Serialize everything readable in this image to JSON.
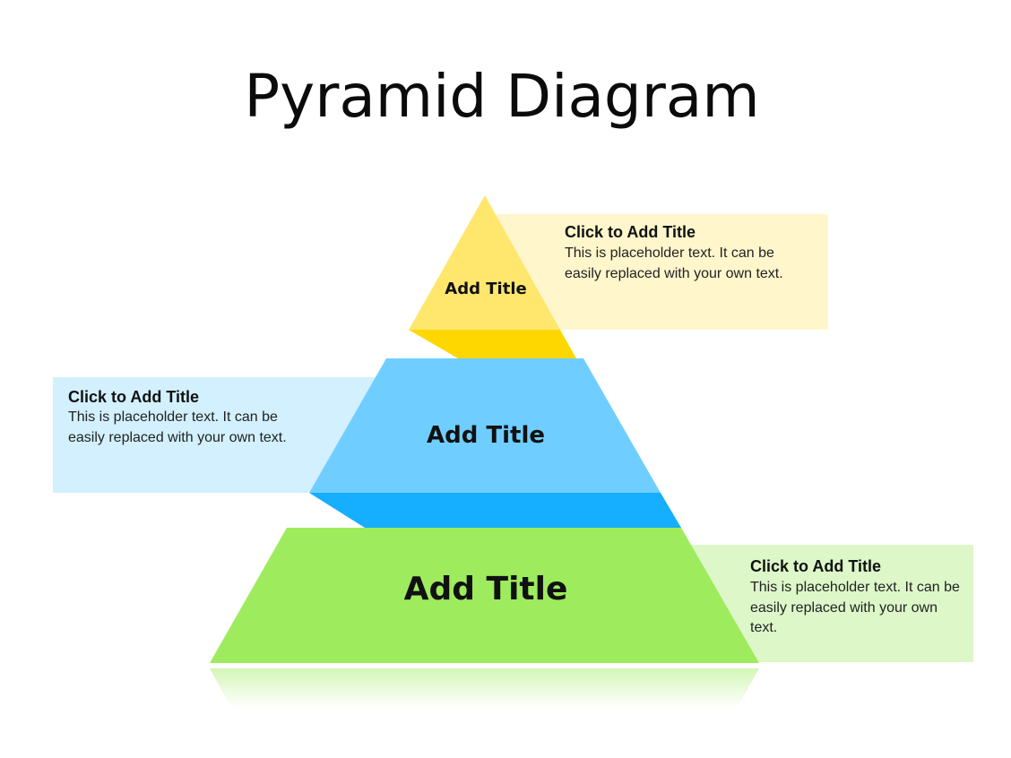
{
  "slide": {
    "title": "Pyramid Diagram"
  },
  "pyramid": {
    "tiers": [
      {
        "label": "Add Title",
        "color": "#FFE76E",
        "connector_color": "#FFD700"
      },
      {
        "label": "Add Title",
        "color": "#6FCEFF",
        "connector_color": "#16AEFF"
      },
      {
        "label": "Add Title",
        "color": "#9EEB5D"
      }
    ]
  },
  "callouts": [
    {
      "title": "Click to Add Title",
      "body": "This is placeholder text. It can be easily replaced with your own text.",
      "background": "#FFF6CC"
    },
    {
      "title": "Click to Add Title",
      "body": "This is placeholder text. It can be easily replaced with your own text.",
      "background": "#D2F0FD"
    },
    {
      "title": "Click to Add Title",
      "body": "This is placeholder text. It can be easily replaced with your own text.",
      "background": "#DDF7C9"
    }
  ]
}
